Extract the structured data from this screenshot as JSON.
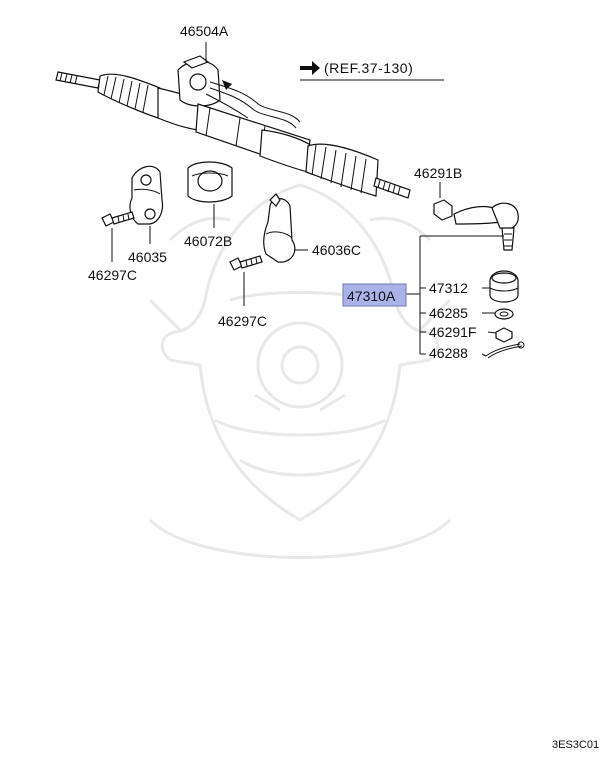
{
  "diagram": {
    "reference": "(REF.37-130)",
    "image_code": "3ES3C01",
    "highlight_color": "#aab2e8",
    "parts": [
      {
        "id": "p46504A",
        "label": "46504A"
      },
      {
        "id": "p46291B",
        "label": "46291B"
      },
      {
        "id": "p46072B",
        "label": "46072B"
      },
      {
        "id": "p46035",
        "label": "46035"
      },
      {
        "id": "p46297C_a",
        "label": "46297C"
      },
      {
        "id": "p46036C",
        "label": "46036C"
      },
      {
        "id": "p46297C_b",
        "label": "46297C"
      },
      {
        "id": "p47310A",
        "label": "47310A"
      },
      {
        "id": "p47312",
        "label": "47312"
      },
      {
        "id": "p46285",
        "label": "46285"
      },
      {
        "id": "p46291F",
        "label": "46291F"
      },
      {
        "id": "p46288",
        "label": "46288"
      }
    ]
  }
}
